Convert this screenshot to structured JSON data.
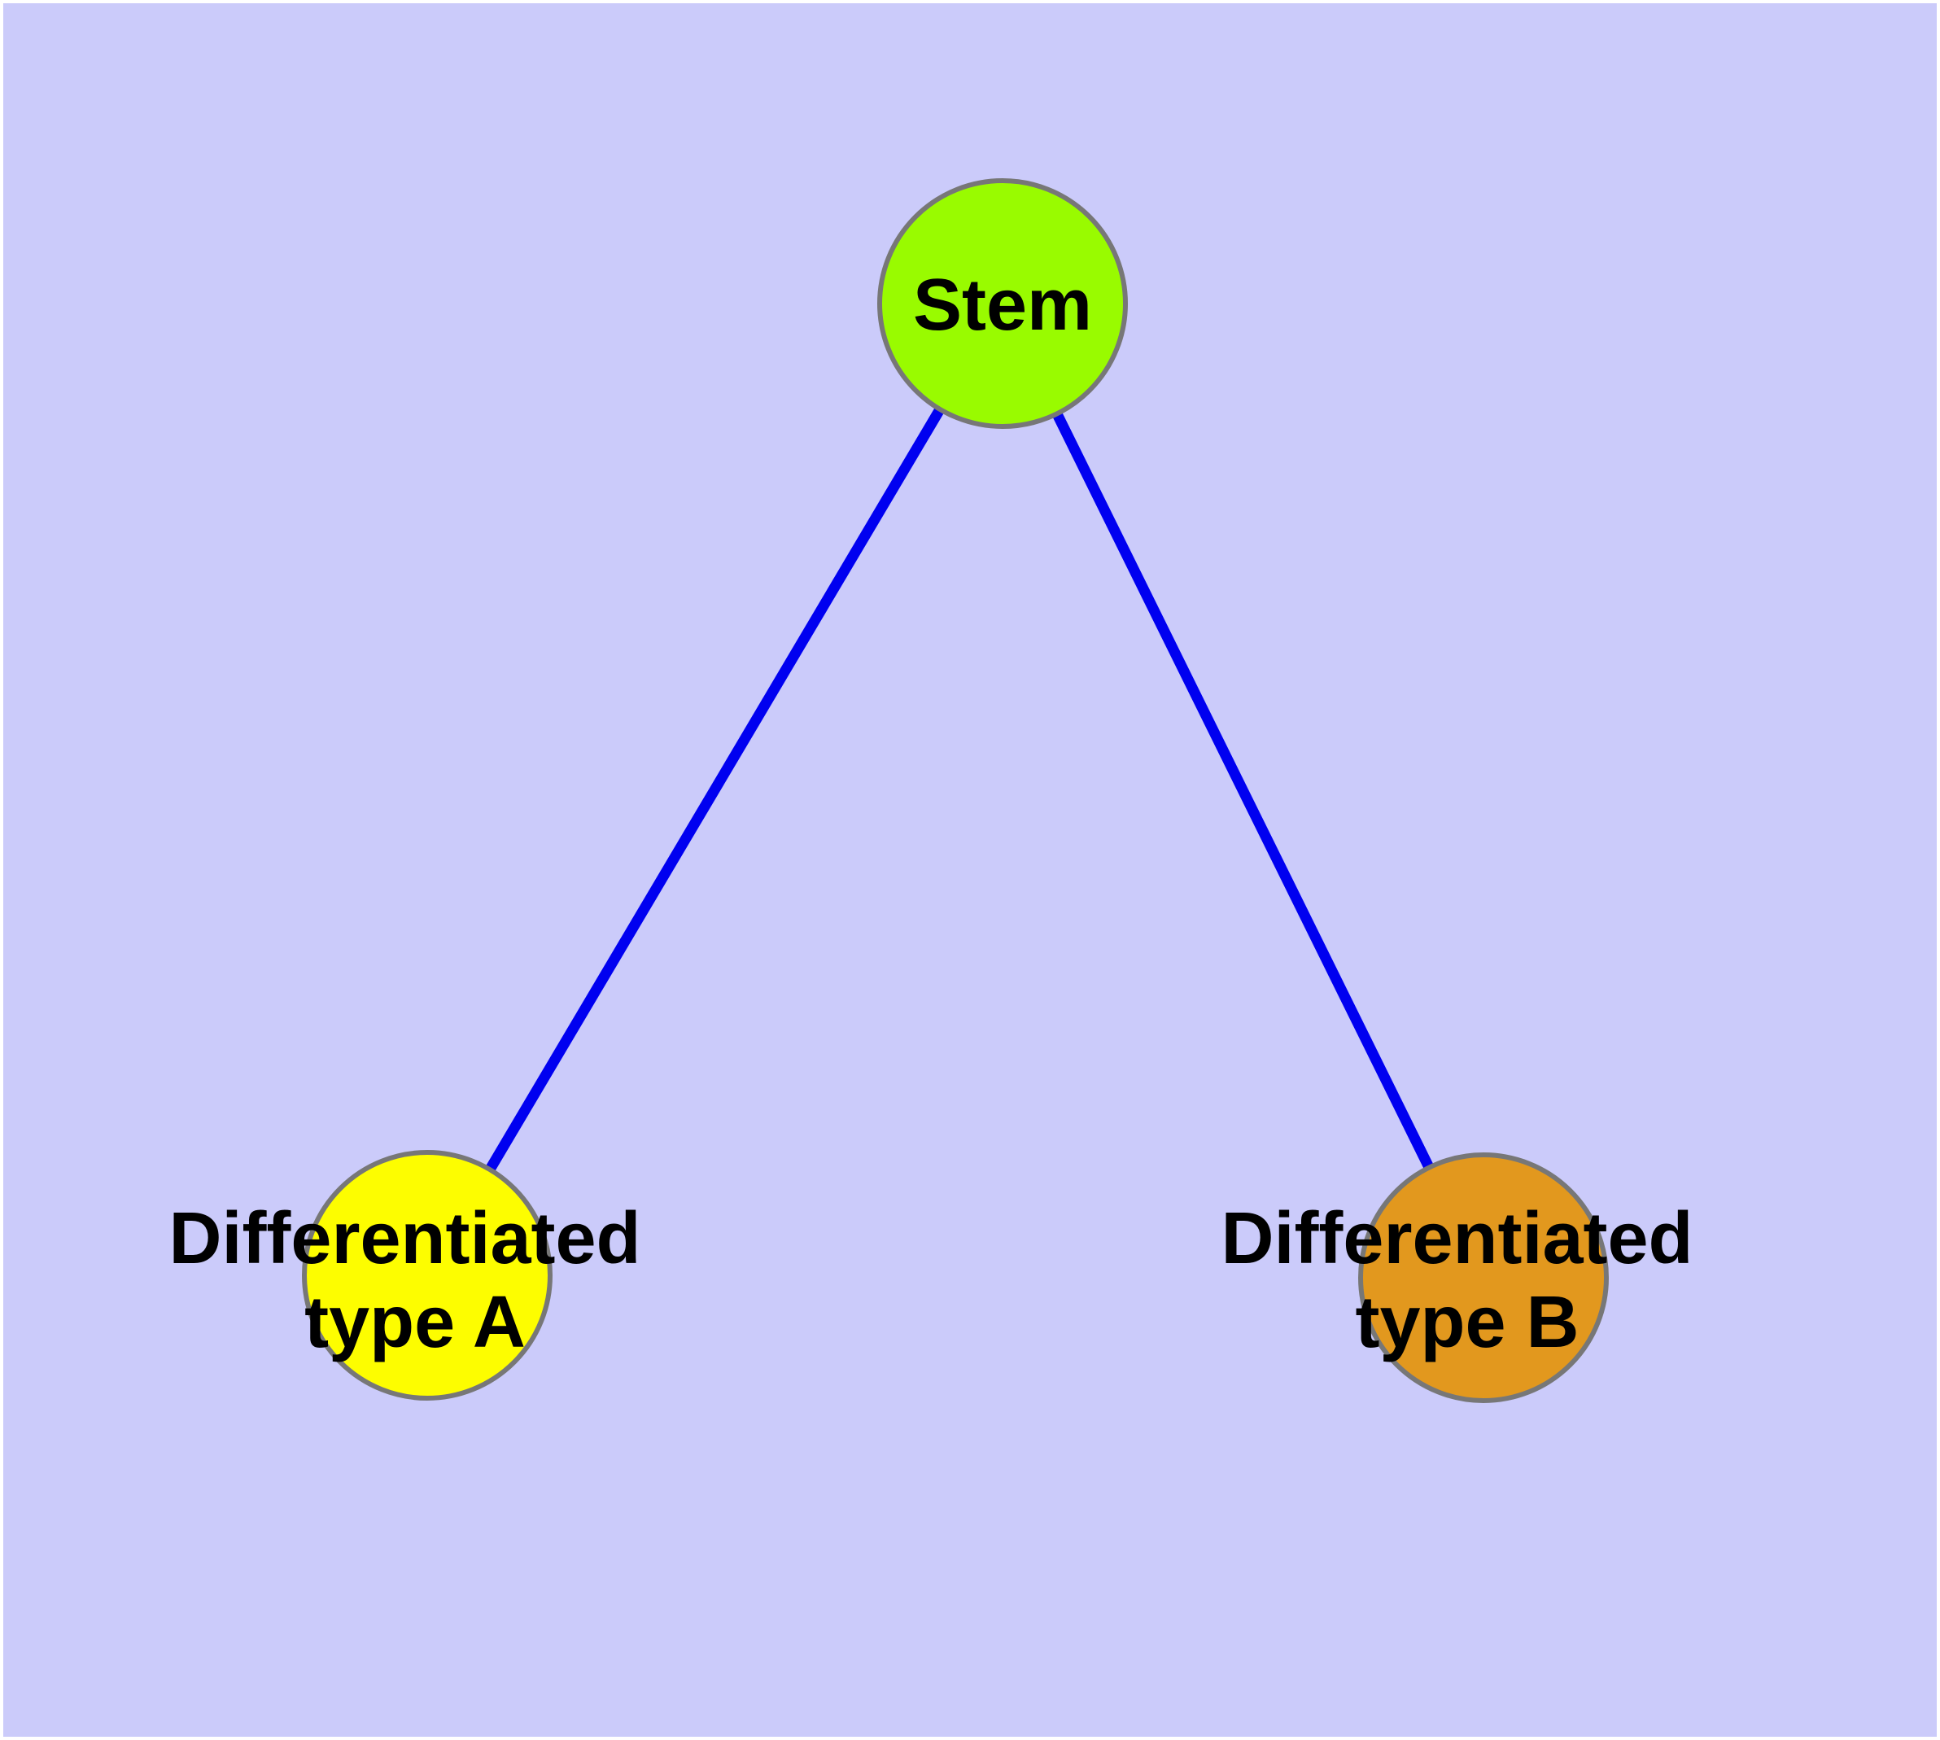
{
  "diagram": {
    "type": "graph",
    "description": "Stem cell differentiation tree: one stem node connected to two differentiated cell type nodes",
    "frame_color": "#FFFFFF",
    "background_color": "#CBCBFA",
    "edge_color": "#0000F0",
    "node_border_color": "#777777",
    "label_color": "#000000",
    "nodes": [
      {
        "id": "stem",
        "label": "Stem",
        "label_line1": "Stem",
        "label_line2": "",
        "color": "#99FB00"
      },
      {
        "id": "type-a",
        "label": "Differentiated type A",
        "label_line1": "Differentiated",
        "label_line2": "type A",
        "color": "#FDFD00"
      },
      {
        "id": "type-b",
        "label": "Differentiated type B",
        "label_line1": "Differentiated",
        "label_line2": "type B",
        "color": "#E2981E"
      }
    ],
    "edges": [
      {
        "from": "stem",
        "to": "type-a"
      },
      {
        "from": "stem",
        "to": "type-b"
      }
    ]
  }
}
